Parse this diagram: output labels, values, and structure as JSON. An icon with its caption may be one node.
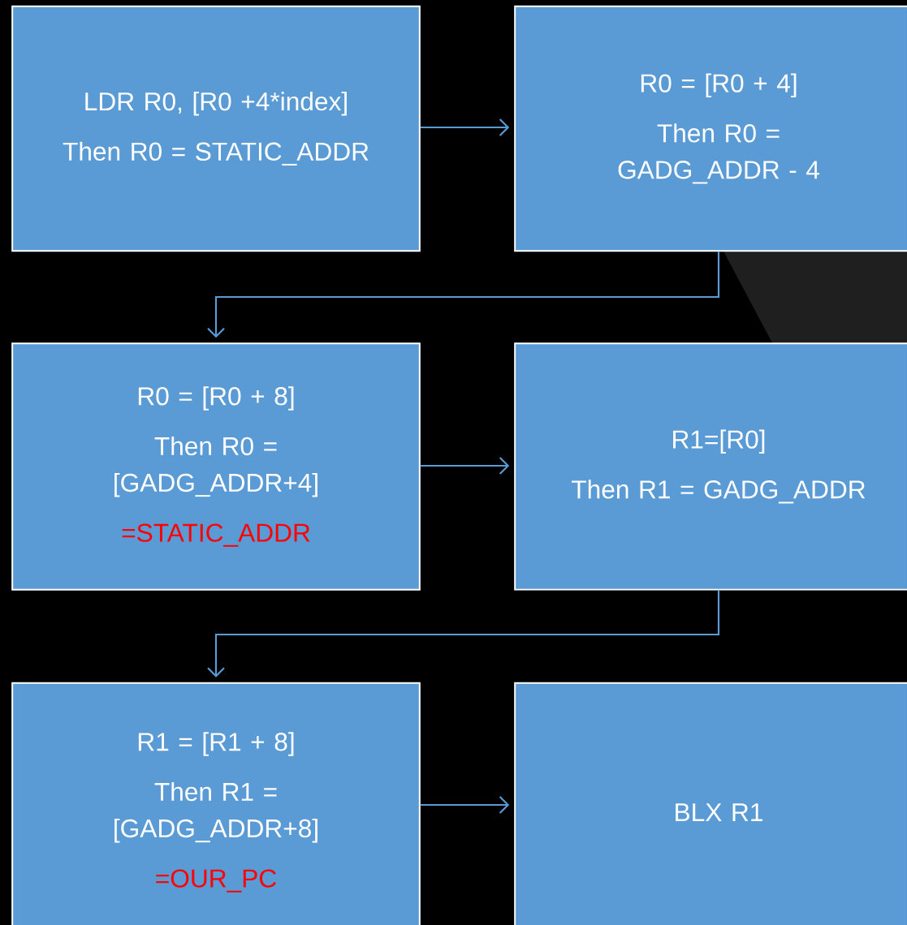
{
  "diagram": {
    "nodes": [
      {
        "text": [
          "LDR R0, [R0 +4*index]",
          "Then R0 = STATIC_ADDR"
        ]
      },
      {
        "text": [
          "R0 = [R0 + 4]",
          "Then R0 = GADG_ADDR - 4"
        ]
      },
      {
        "text": [
          "R0 = [R0 + 8]",
          "Then R0 = [GADG_ADDR+4]",
          "=STATIC_ADDR"
        ]
      },
      {
        "text": [
          "R1=[R0]",
          "Then R1 = GADG_ADDR"
        ]
      },
      {
        "text": [
          "R1 = [R1 + 8]",
          "Then R1 = [GADG_ADDR+8]",
          "=OUR_PC"
        ]
      },
      {
        "text": [
          "BLX R1"
        ]
      }
    ],
    "edges": [
      {
        "from": 0,
        "to": 1,
        "arrow": "to"
      },
      {
        "from": 1,
        "to": 2,
        "arrow": "to"
      },
      {
        "from": 2,
        "to": 3,
        "arrow": "to"
      },
      {
        "from": 3,
        "to": 4,
        "arrow": "to"
      },
      {
        "from": 4,
        "to": 5,
        "arrow": "to"
      }
    ]
  }
}
